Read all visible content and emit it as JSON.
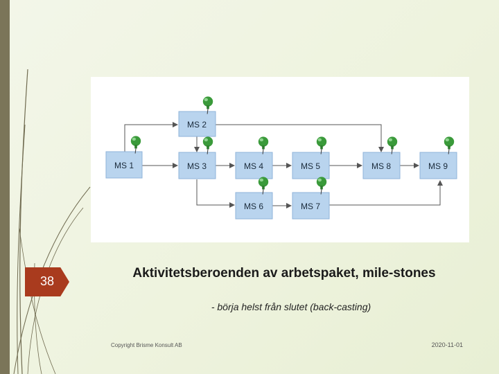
{
  "slide": {
    "number": "38",
    "title": "Aktivitetsberoenden av arbetspaket, mile-stones",
    "subtitle": "- börja helst från slutet (back-casting)",
    "footer_left": "Copyright Brisme Konsult AB",
    "footer_right": "2020-11-01"
  },
  "diagram": {
    "nodes": [
      {
        "id": "ms1",
        "label": "MS 1"
      },
      {
        "id": "ms2",
        "label": "MS 2"
      },
      {
        "id": "ms3",
        "label": "MS 3"
      },
      {
        "id": "ms4",
        "label": "MS 4"
      },
      {
        "id": "ms5",
        "label": "MS 5"
      },
      {
        "id": "ms6",
        "label": "MS 6"
      },
      {
        "id": "ms7",
        "label": "MS 7"
      },
      {
        "id": "ms8",
        "label": "MS 8"
      },
      {
        "id": "ms9",
        "label": "MS 9"
      }
    ],
    "edges": [
      [
        "ms1",
        "ms3"
      ],
      [
        "ms1",
        "ms2"
      ],
      [
        "ms2",
        "ms3"
      ],
      [
        "ms2",
        "ms8"
      ],
      [
        "ms3",
        "ms4"
      ],
      [
        "ms4",
        "ms5"
      ],
      [
        "ms5",
        "ms8"
      ],
      [
        "ms8",
        "ms9"
      ],
      [
        "ms3",
        "ms6"
      ],
      [
        "ms6",
        "ms7"
      ],
      [
        "ms7",
        "ms9"
      ]
    ],
    "pin_icon": "green-pushpin-icon",
    "colors": {
      "node_fill": "#b9d4ee",
      "node_stroke": "#8fb3d9",
      "edge": "#555555",
      "pin": "#3a9a3a"
    }
  }
}
